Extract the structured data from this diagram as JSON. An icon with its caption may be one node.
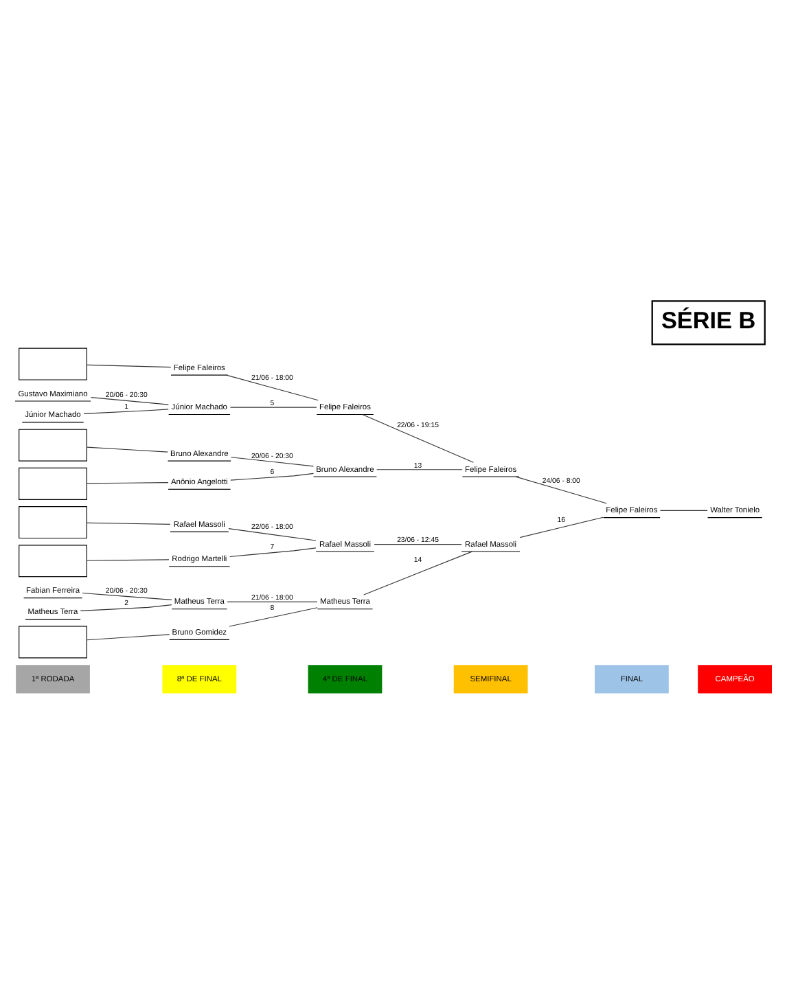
{
  "diagram": {
    "title": "SÉRIE B",
    "nodes": [
      {
        "text": [],
        "shape": "box"
      },
      {
        "text": [
          "Gustavo Maximiano"
        ]
      },
      {
        "text": [
          "Júnior Machado"
        ]
      },
      {
        "text": [],
        "shape": "box"
      },
      {
        "text": [],
        "shape": "box"
      },
      {
        "text": [],
        "shape": "box"
      },
      {
        "text": [],
        "shape": "box"
      },
      {
        "text": [
          "Fabian Ferreira"
        ]
      },
      {
        "text": [
          "Matheus Terra"
        ]
      },
      {
        "text": [],
        "shape": "box"
      },
      {
        "text": [
          "Felipe Faleiros"
        ]
      },
      {
        "text": [
          "Júnior Machado"
        ]
      },
      {
        "text": [
          "Bruno Alexandre"
        ]
      },
      {
        "text": [
          "Anônio Angelotti"
        ]
      },
      {
        "text": [
          "Rafael Massoli"
        ]
      },
      {
        "text": [
          "Rodrigo Martelli"
        ]
      },
      {
        "text": [
          "Matheus Terra"
        ]
      },
      {
        "text": [
          "Bruno Gomidez"
        ]
      },
      {
        "text": [
          "Felipe Faleiros"
        ]
      },
      {
        "text": [
          "Bruno Alexandre"
        ]
      },
      {
        "text": [
          "Rafael Massoli"
        ]
      },
      {
        "text": [
          "Matheus Terra"
        ]
      },
      {
        "text": [
          "Felipe Faleiros"
        ]
      },
      {
        "text": [
          "Rafael Massoli"
        ]
      },
      {
        "text": [
          "Felipe Faleiros"
        ]
      },
      {
        "text": [
          "Walter Tonielo"
        ]
      }
    ],
    "edges": [
      {
        "from": 0,
        "to": 10,
        "arrow": "none"
      },
      {
        "from": 1,
        "to": 11,
        "arrow": "none",
        "label": "20/06 - 20:30"
      },
      {
        "from": 2,
        "to": 11,
        "arrow": "none",
        "label": "1"
      },
      {
        "from": 3,
        "to": 12,
        "arrow": "none"
      },
      {
        "from": 4,
        "to": 13,
        "arrow": "none"
      },
      {
        "from": 5,
        "to": 14,
        "arrow": "none"
      },
      {
        "from": 6,
        "to": 15,
        "arrow": "none"
      },
      {
        "from": 7,
        "to": 16,
        "arrow": "none",
        "label": "20/06 - 20:30"
      },
      {
        "from": 8,
        "to": 16,
        "arrow": "none",
        "label": "2"
      },
      {
        "from": 9,
        "to": 17,
        "arrow": "none"
      },
      {
        "from": 10,
        "to": 18,
        "arrow": "none",
        "label": "21/06 - 18:00"
      },
      {
        "from": 11,
        "to": 18,
        "arrow": "none",
        "label": "5"
      },
      {
        "from": 12,
        "to": 19,
        "arrow": "none",
        "label": "20/06 - 20:30"
      },
      {
        "from": 13,
        "to": 19,
        "arrow": "none",
        "label": "6"
      },
      {
        "from": 14,
        "to": 20,
        "arrow": "none",
        "label": "22/06 - 18:00"
      },
      {
        "from": 15,
        "to": 20,
        "arrow": "none",
        "label": "7"
      },
      {
        "from": 16,
        "to": 21,
        "arrow": "none",
        "label": "21/06 - 18:00"
      },
      {
        "from": 17,
        "to": 21,
        "arrow": "none",
        "label": "8"
      },
      {
        "from": 18,
        "to": 22,
        "arrow": "none",
        "label": "22/06 - 19:15"
      },
      {
        "from": 19,
        "to": 22,
        "arrow": "none",
        "label": "13"
      },
      {
        "from": 20,
        "to": 23,
        "arrow": "none",
        "label": "23/06 - 12:45"
      },
      {
        "from": 21,
        "to": 23,
        "arrow": "none",
        "label": "14"
      },
      {
        "from": 22,
        "to": 24,
        "arrow": "none",
        "label": "24/06 - 8:00"
      },
      {
        "from": 23,
        "to": 24,
        "arrow": "none",
        "label": "16"
      },
      {
        "from": 24,
        "to": 25,
        "arrow": "none"
      }
    ],
    "labels": [
      "1ª RODADA",
      "8ª DE FINAL",
      "4ª DE FINAL",
      "SEMIFINAL",
      "FINAL",
      "CAMPEÃO"
    ]
  }
}
